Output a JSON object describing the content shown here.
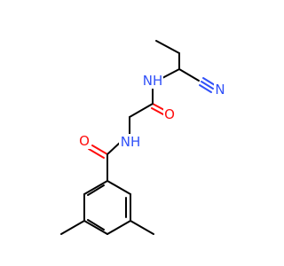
{
  "molecule": {
    "atoms": {
      "amide_n_top": {
        "symbol": "N",
        "hydrogen": "H",
        "label": "NH",
        "color": "#3050F8"
      },
      "amide_o_top": {
        "symbol": "O",
        "label": "O",
        "color": "#FF0D0D"
      },
      "nitrile_n": {
        "symbol": "N",
        "label": "N",
        "color": "#3050F8"
      },
      "amide_n_bottom": {
        "symbol": "N",
        "hydrogen": "H",
        "label": "NH",
        "color": "#3050F8"
      },
      "amide_o_bottom": {
        "symbol": "O",
        "label": "O",
        "color": "#FF0D0D"
      }
    },
    "colors": {
      "carbon": "#000000",
      "nitrogen": "#3050F8",
      "oxygen": "#FF0D0D",
      "background": "#FFFFFF"
    }
  }
}
